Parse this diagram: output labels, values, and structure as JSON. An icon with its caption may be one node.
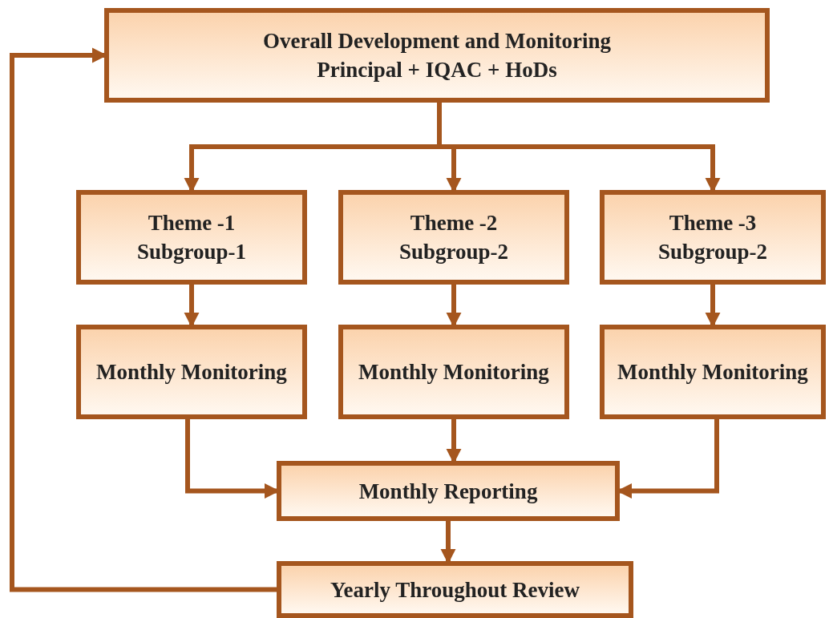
{
  "diagram": {
    "nodes": [
      {
        "text": [
          "Overall Development and Monitoring",
          "Principal + IQAC + HoDs"
        ]
      },
      {
        "text": [
          "Theme -1",
          "Subgroup-1"
        ]
      },
      {
        "text": [
          "Theme -2",
          "Subgroup-2"
        ]
      },
      {
        "text": [
          "Theme -3",
          "Subgroup-2"
        ]
      },
      {
        "text": [
          "Monthly Monitoring"
        ]
      },
      {
        "text": [
          "Monthly Monitoring"
        ]
      },
      {
        "text": [
          "Monthly Monitoring"
        ]
      },
      {
        "text": [
          "Monthly Reporting"
        ]
      },
      {
        "text": [
          "Yearly Throughout Review"
        ]
      }
    ],
    "edges": [
      {
        "from": 0,
        "to": 1,
        "arrow": "to"
      },
      {
        "from": 0,
        "to": 2,
        "arrow": "to"
      },
      {
        "from": 0,
        "to": 3,
        "arrow": "to"
      },
      {
        "from": 1,
        "to": 4,
        "arrow": "to"
      },
      {
        "from": 2,
        "to": 5,
        "arrow": "to"
      },
      {
        "from": 3,
        "to": 6,
        "arrow": "to"
      },
      {
        "from": 4,
        "to": 7,
        "arrow": "to"
      },
      {
        "from": 5,
        "to": 7,
        "arrow": "to"
      },
      {
        "from": 6,
        "to": 7,
        "arrow": "to"
      },
      {
        "from": 7,
        "to": 8,
        "arrow": "to"
      },
      {
        "from": 8,
        "to": 0,
        "arrow": "to"
      }
    ]
  }
}
